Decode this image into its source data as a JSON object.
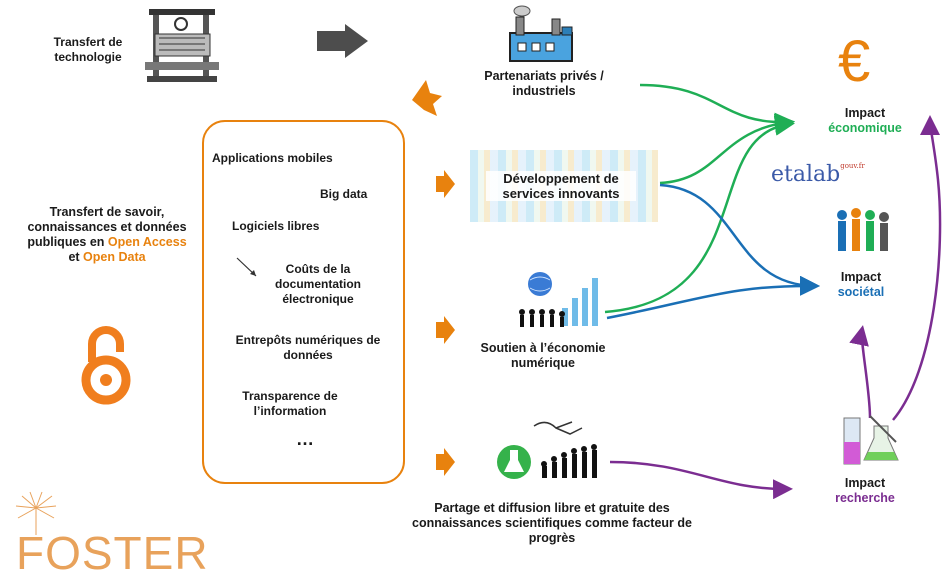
{
  "left": {
    "tech_transfer": "Transfert de technologie",
    "knowledge_transfer_1": "Transfert de savoir, connaissances et données publiques en",
    "open_access": "Open Access",
    "and": "et",
    "open_data": "Open Data",
    "foster": "FOSTER"
  },
  "box": {
    "items": [
      "Applications mobiles",
      "Big data",
      "Logiciels libres",
      "Coûts de la documentation électronique",
      "Entrepôts numériques de données",
      "Transparence de l’information",
      "…"
    ]
  },
  "middle": {
    "partnerships": "Partenariats privés / industriels",
    "services": "Développement de services innovants",
    "digital_economy": "Soutien à l’économie numérique",
    "sharing": "Partage et diffusion libre et gratuite des connaissances scientifiques comme facteur de progrès"
  },
  "right": {
    "euro_symbol": "€",
    "impact_economic_1": "Impact",
    "impact_economic_2": "économique",
    "etalab": "etalab",
    "etalab_sup": "gouv.fr",
    "impact_societal_1": "Impact",
    "impact_societal_2": "sociétal",
    "impact_research_1": "Impact",
    "impact_research_2": "recherche"
  },
  "colors": {
    "orange": "#e8820e",
    "green": "#1fae55",
    "blue": "#1a6fb5",
    "purple": "#7b2d91",
    "gray_arrow": "#4d4d4d"
  }
}
